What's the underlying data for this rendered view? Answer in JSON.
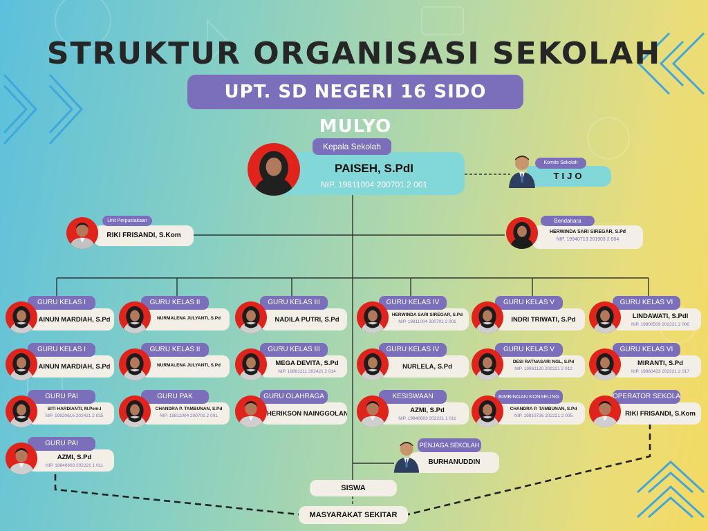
{
  "header": {
    "title": "STRUKTUR ORGANISASI SEKOLAH",
    "subtitle": "UPT. SD NEGERI 16 SIDO MULYO"
  },
  "colors": {
    "accent_purple": "#7b6fbc",
    "teal_card": "#82d8d8",
    "cream_card": "#f3efe6",
    "photo_red": "#e0241c"
  },
  "kepala": {
    "role": "Kepala Sekolah",
    "name": "PAISEH, S.PdI",
    "nip": "NIP. 19811004 200701 2 001"
  },
  "komite": {
    "role": "Komite Sekolah",
    "name": "TIJO"
  },
  "perpustakaan": {
    "role": "Unit Perpustakaan",
    "name": "RIKI FRISANDI, S.Kom"
  },
  "bendahara": {
    "role": "Bendahara",
    "name": "HERWINDA SARI SIREGAR, S.Pd",
    "nip": "NIP. 19940713 201903 2 004"
  },
  "staff": [
    {
      "role": "GURU KELAS I",
      "name": "AINUN MARDIAH, S.Pd",
      "nip": ""
    },
    {
      "role": "GURU KELAS I",
      "name": "AINUN MARDIAH, S.Pd",
      "nip": ""
    },
    {
      "role": "GURU PAI",
      "name": "SITI HARDIANTI, M.Pem.I",
      "nip": "NIP. 19920616 202421 2 025"
    },
    {
      "role": "GURU PAI",
      "name": "AZMI, S.Pd",
      "nip": "NIP. 19840603 202221 1 011"
    },
    {
      "role": "GURU KELAS II",
      "name": "NURMALENA JULYANTI, S.Pd",
      "nip": ""
    },
    {
      "role": "GURU KELAS II",
      "name": "NURMALENA JULYANTI, S.Pd",
      "nip": ""
    },
    {
      "role": "GURU PAK",
      "name": "CHANDRA P. TAMBUNAN, S.Pd",
      "nip": "NIP. 19811004 200701 2 001"
    },
    {
      "role": "GURU KELAS III",
      "name": "NADILA PUTRI, S.Pd",
      "nip": ""
    },
    {
      "role": "GURU KELAS III",
      "name": "MEGA DEVITA, S.Pd",
      "nip": "NIP. 19891211 202421 2 014"
    },
    {
      "role": "GURU OLAHRAGA",
      "name": "HERIKSON NAINGGOLAN",
      "nip": ""
    },
    {
      "role": "GURU KELAS IV",
      "name": "HERWINDA SARI SIREGAR, S.Pd",
      "nip": "NIP. 19811004 200701 2 001"
    },
    {
      "role": "GURU KELAS IV",
      "name": "NURLELA, S.Pd",
      "nip": ""
    },
    {
      "role": "KESISWAAN",
      "name": "AZMI, S.Pd",
      "nip": "NIP. 19840603 202221 1 011"
    },
    {
      "role": "GURU KELAS V",
      "name": "INDRI TRIWATI, S.Pd",
      "nip": ""
    },
    {
      "role": "GURU KELAS V",
      "name": "DESI RATNASARI NGL, S.Pd",
      "nip": "NIP. 19961120 202221 2 012"
    },
    {
      "role": "BIMBINGAN KONSELING",
      "name": "CHANDRA P. TAMBUNAN, S.Pd",
      "nip": "NIP. 19810726 202221 2 005"
    },
    {
      "role": "GURU KELAS VI",
      "name": "LINDAWATI, S.PdI",
      "nip": "NIP. 19800509 202221 2 006"
    },
    {
      "role": "GURU KELAS VI",
      "name": "MIRANTI, S.Pd",
      "nip": "NIP. 19860423 202221 2 017"
    },
    {
      "role": "OPERATOR SEKOLAH",
      "name": "RIKI FRISANDI, S.Kom",
      "nip": ""
    }
  ],
  "penjaga": {
    "role": "PENJAGA SEKOLAH",
    "name": "BURHANUDDIN"
  },
  "siswa": "SISWA",
  "masyarakat": "MASYARAKAT SEKITAR"
}
